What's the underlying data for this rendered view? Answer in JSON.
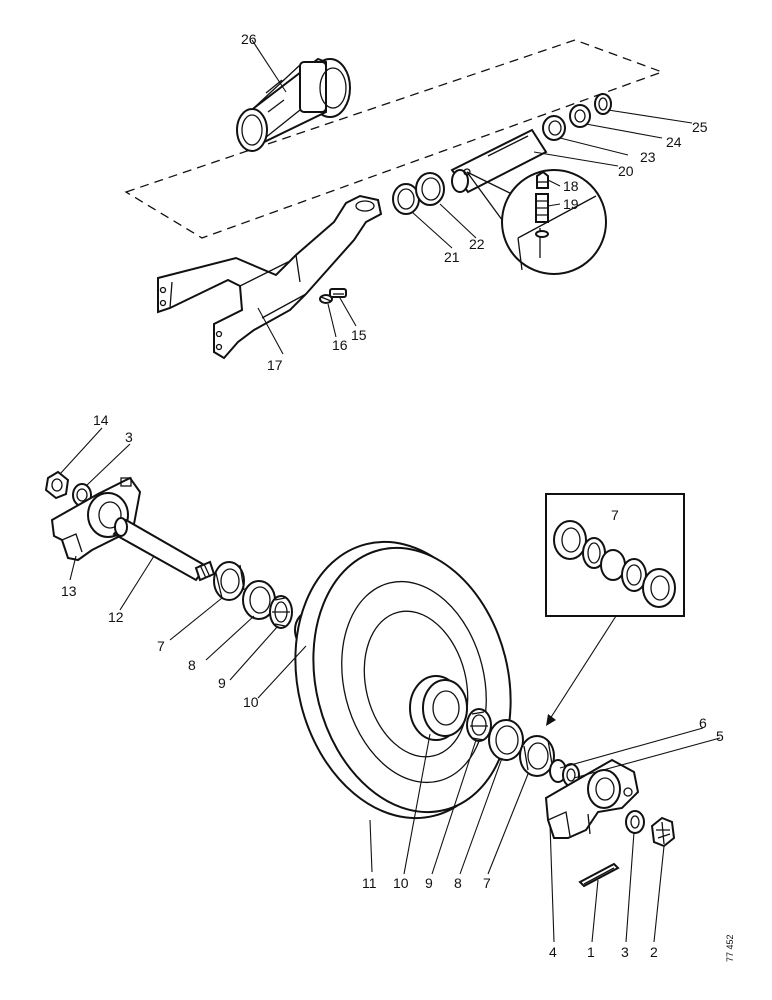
{
  "labels": {
    "p1": "1",
    "p2": "2",
    "p3a": "3",
    "p3b": "3",
    "p4": "4",
    "p5": "5",
    "p6": "6",
    "p7a": "7",
    "p7b": "7",
    "p7c": "7",
    "p8a": "8",
    "p8b": "8",
    "p9a": "9",
    "p9b": "9",
    "p10a": "10",
    "p10b": "10",
    "p11": "11",
    "p12": "12",
    "p13": "13",
    "p14": "14",
    "p15": "15",
    "p16": "16",
    "p17": "17",
    "p18": "18",
    "p19": "19",
    "p20": "20",
    "p21": "21",
    "p22": "22",
    "p23": "23",
    "p24": "24",
    "p25": "25",
    "p26": "26"
  },
  "figure_ref": "77 452"
}
